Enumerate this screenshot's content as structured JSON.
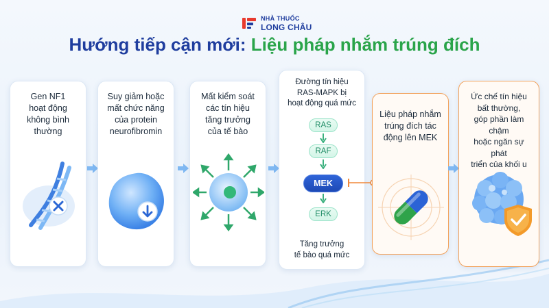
{
  "brand": {
    "line1": "NHÀ THUỐC",
    "line2": "LONG CHÂU"
  },
  "title": {
    "part1": "Hướng tiếp cận mới: ",
    "part2": "Liệu pháp nhắm trúng đích"
  },
  "steps": [
    {
      "text": "Gen NF1\nhoạt động\nkhông bình\nthường"
    },
    {
      "text": "Suy giảm hoặc\nmất chức năng\ncủa protein\nneurofibromin"
    },
    {
      "text": "Mất kiểm soát\ncác tín hiệu\ntăng trưởng\ncủa tế bào"
    },
    {
      "header": "Đường tín hiệu\nRAS-MAPK bị\nhoạt động quá mức",
      "pathway": [
        "RAS",
        "RAF",
        "MEK",
        "ERK"
      ],
      "footer": "Tăng trưởng\ntế bào quá mức"
    },
    {
      "text": "Liệu pháp nhắm\ntrúng đích tác\nđộng lên MEK"
    },
    {
      "text": "Ức chế tín hiệu\nbất thường,\ngóp phần làm chậm\nhoặc ngăn sự phát\ntriển của khối u"
    }
  ],
  "colors": {
    "title_blue": "#1f3d9e",
    "title_green": "#2aa44a",
    "highlight_orange": "#f2a25c",
    "mek_blue": "#1d49b5"
  }
}
